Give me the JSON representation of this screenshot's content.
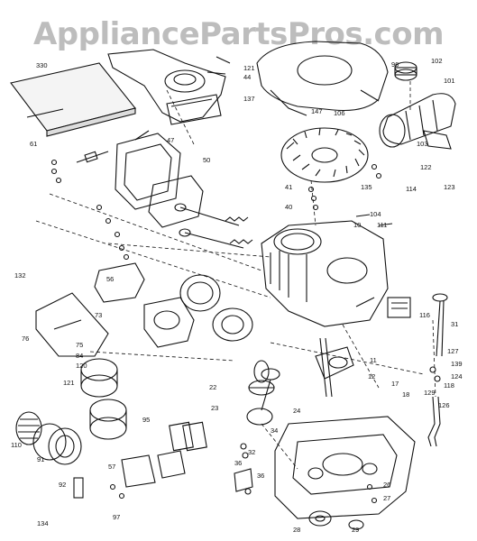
{
  "watermark": "AppliancePartsPros.com",
  "colors": {
    "ink": "#111111",
    "watermark": "#a8a8a8",
    "background": "#ffffff"
  },
  "callouts": [
    "330",
    "121",
    "44",
    "137",
    "96",
    "102",
    "101",
    "147",
    "106",
    "103",
    "122",
    "123",
    "61",
    "47",
    "50",
    "135",
    "41",
    "40",
    "114",
    "116",
    "111",
    "104",
    "10",
    "132",
    "56",
    "73",
    "75",
    "129",
    "126",
    "118",
    "31",
    "127",
    "139",
    "124",
    "76",
    "120",
    "121",
    "110",
    "91",
    "92",
    "134",
    "84",
    "95",
    "11",
    "12",
    "24",
    "26",
    "27",
    "29",
    "28",
    "97",
    "36",
    "32",
    "57",
    "36",
    "34",
    "22",
    "23",
    "17",
    "18"
  ]
}
